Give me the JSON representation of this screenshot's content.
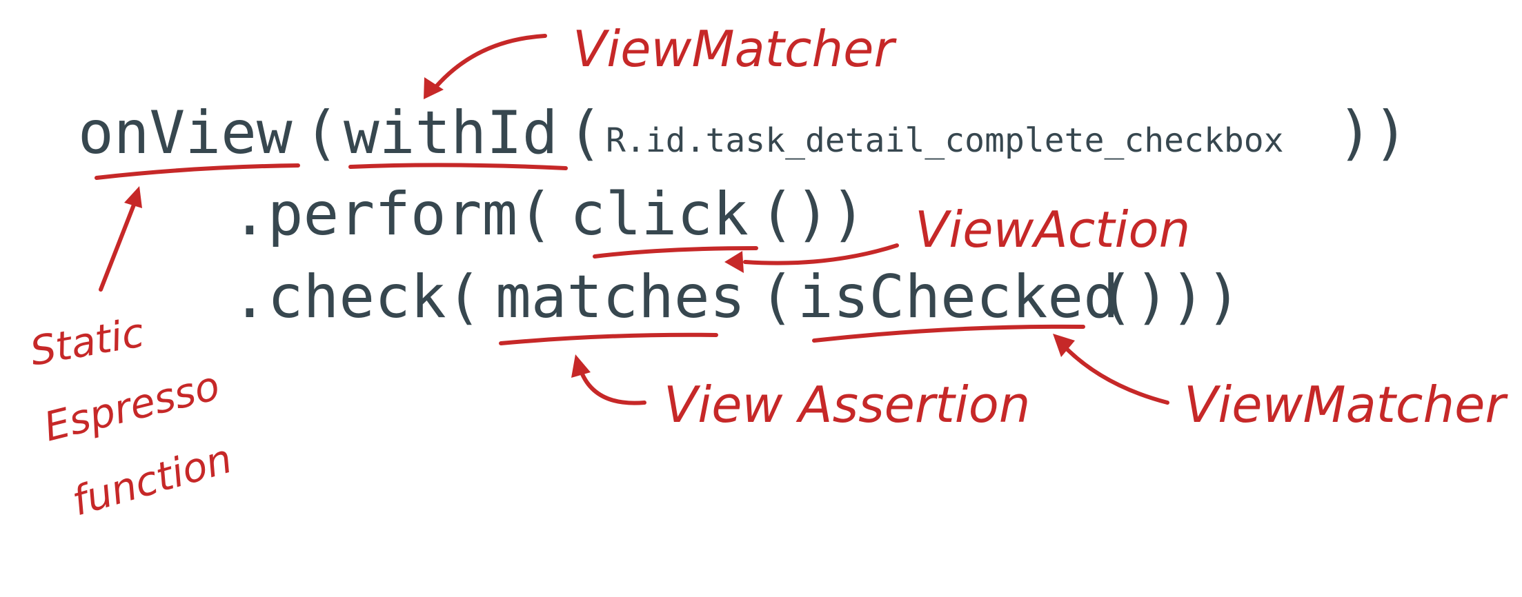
{
  "code": {
    "line1": {
      "on_view": "onView",
      "paren_open_1": "(",
      "with_id": "withId",
      "paren_open_2": "(",
      "resource_id": "R.id.task_detail_complete_checkbox",
      "paren_close": "))"
    },
    "line2": {
      "perform": ".perform(",
      "click": "click",
      "rest": "())"
    },
    "line3": {
      "check": ".check(",
      "matches": "matches",
      "paren_open": "(",
      "is_checked": "isChecked",
      "rest": "()))"
    }
  },
  "annotations": {
    "view_matcher_top": "ViewMatcher",
    "view_action": "ViewAction",
    "view_assertion": "View Assertion",
    "view_matcher_bottom": "ViewMatcher",
    "static_line1": "Static",
    "static_line2": "Espresso",
    "static_line3": "function"
  },
  "colors": {
    "code": "#37474f",
    "annotation": "#c62828",
    "background": "#ffffff"
  }
}
